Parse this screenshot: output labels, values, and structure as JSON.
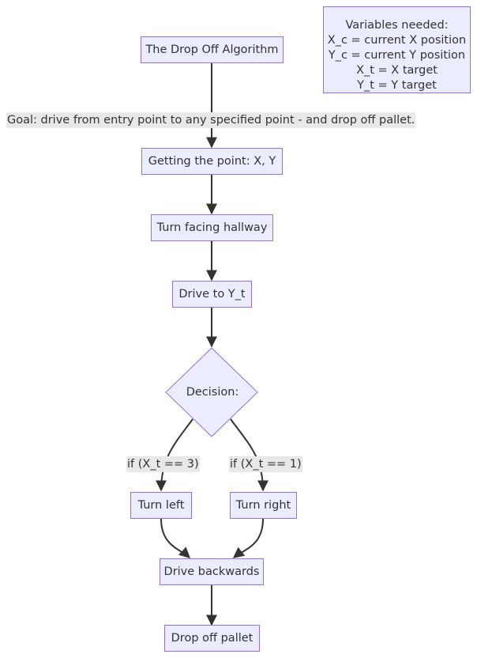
{
  "diagram": {
    "nodes": {
      "drop_off": "The Drop Off Algorithm",
      "getting_point": "Getting the point: X, Y",
      "turn_facing": "Turn facing hallway",
      "drive_to_y": "Drive to Y_t",
      "decision": "Decision:",
      "turn_left": "Turn left",
      "turn_right": "Turn right",
      "drive_backwards": "Drive backwards",
      "drop_pallet": "Drop off pallet"
    },
    "edge_labels": {
      "goal": "Goal: drive from entry point to any specified point - and drop off pallet.",
      "if_left": "if (X_t == 3)",
      "if_right": "if (X_t == 1)"
    },
    "note": {
      "lines": [
        "Variables needed:",
        "X_c = current X position",
        "Y_c = current Y position",
        "X_t = X target",
        "Y_t = Y target"
      ]
    },
    "colors": {
      "node_fill": "#ECECFF",
      "node_border": "#9370DB",
      "edge": "#333333",
      "label_bg": "#E8E8E8"
    }
  }
}
